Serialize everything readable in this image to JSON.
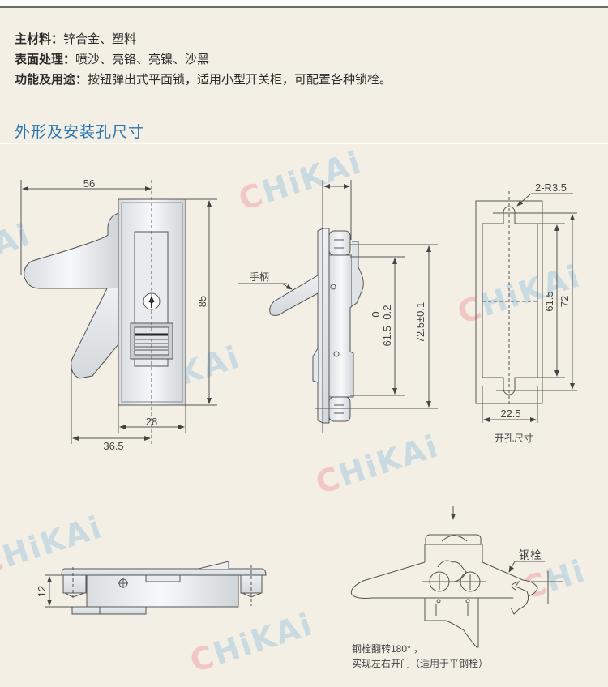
{
  "specs": [
    {
      "key": "主材料：",
      "value": "锌合金、塑料"
    },
    {
      "key": "表面处理：",
      "value": "喷沙、亮铬、亮镍、沙黑"
    },
    {
      "key": "功能及用途：",
      "value": "按钮弹出式平面锁，适用小型开关柜，可配置各种锁栓。"
    }
  ],
  "section_title": "外形及安装孔尺寸",
  "front_view": {
    "dim_width_handle": "56",
    "dim_height": "85",
    "dim_body_width": "28",
    "dim_handle_offset": "36.5"
  },
  "side_view": {
    "handle_label": "手柄",
    "dim_inner": "61.5−0.2",
    "dim_inner_tol_upper": "0",
    "dim_outer": "72.5±0.1"
  },
  "cutout_view": {
    "radius_label": "2-R3.5",
    "dim_inner": "61.5",
    "dim_outer": "72",
    "dim_width": "22.5",
    "caption": "开孔尺寸"
  },
  "top_view": {
    "dim_depth": "12"
  },
  "bolt_view": {
    "bolt_label": "钢栓",
    "caption_line1": "钢栓翻转180° ，",
    "caption_line2": "实现左右开门（适用于平钢栓）"
  },
  "watermark": {
    "text": "CHiKAi",
    "colors": {
      "c": "#f2b8b8",
      "rest": "#bcd3df"
    }
  },
  "colors": {
    "background": "#f3efe5",
    "title_blue": "#2a76b4",
    "line": "#555555"
  }
}
